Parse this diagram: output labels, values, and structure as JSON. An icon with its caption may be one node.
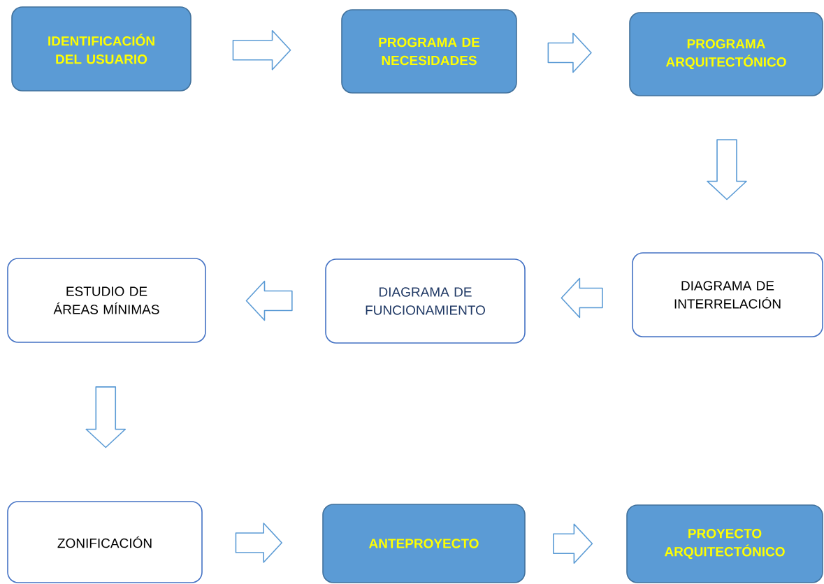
{
  "diagram": {
    "nodes": [
      {
        "text": [
          "IDENTIFICACIÓN DEL USUARIO"
        ]
      },
      {
        "text": [
          "PROGRAMA DE NECESIDADES"
        ]
      },
      {
        "text": [
          "PROGRAMA ARQUITECTÓNICO"
        ]
      },
      {
        "text": [
          "DIAGRAMA DE INTERRELACIÓN"
        ]
      },
      {
        "text": [
          "DIAGRAMA DE FUNCIONAMIENTO"
        ]
      },
      {
        "text": [
          "ESTUDIO DE ÁREAS MÍNIMAS"
        ]
      },
      {
        "text": [
          "ZONIFICACIÓN"
        ]
      },
      {
        "text": [
          "ANTEPROYECTO"
        ]
      },
      {
        "text": [
          "PROYECTO ARQUITECTÓNICO"
        ]
      }
    ],
    "edges": [
      {
        "from": 0,
        "to": 1,
        "arrow": "to"
      },
      {
        "from": 1,
        "to": 2,
        "arrow": "to"
      },
      {
        "from": 2,
        "to": 3,
        "arrow": "to"
      },
      {
        "from": 3,
        "to": 4,
        "arrow": "to"
      },
      {
        "from": 4,
        "to": 5,
        "arrow": "to"
      },
      {
        "from": 5,
        "to": 6,
        "arrow": "to"
      },
      {
        "from": 6,
        "to": 7,
        "arrow": "to"
      },
      {
        "from": 7,
        "to": 8,
        "arrow": "to"
      }
    ]
  }
}
